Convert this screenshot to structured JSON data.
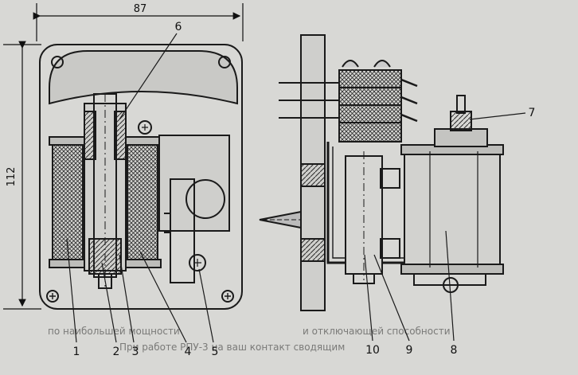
{
  "dimensions": {
    "width": "87",
    "height": "112"
  },
  "callouts": {
    "c1": "1",
    "c2": "2",
    "c3": "3",
    "c4": "4",
    "c5": "5",
    "c6": "6",
    "c7": "7",
    "c8": "8",
    "c9": "9",
    "c10": "10"
  },
  "background_text": {
    "line1": "При работе РПУ-3 на ваш контакт сводящим",
    "line2": "по наибольшей мощности",
    "line3": "и отключающей способности"
  },
  "colors": {
    "ink": "#1a1a1a",
    "paper": "#d8d8d5",
    "hatch": "#3a3a3a"
  }
}
